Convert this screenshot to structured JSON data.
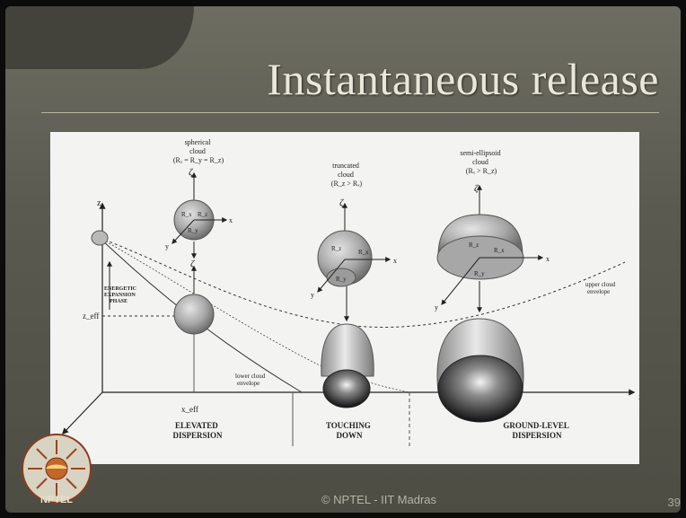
{
  "slide": {
    "title": "Instantaneous release",
    "footer": "© NPTEL - IIT Madras",
    "page_number": "39",
    "logo_text": "NPTEL"
  },
  "diagram": {
    "axes": {
      "z": "z",
      "x": "x",
      "y": "y",
      "z_eff": "z_eff",
      "x_eff": "x_eff"
    },
    "spherical_cloud": {
      "label": [
        "spherical",
        "cloud",
        "(Rₓ = R_y = R_z)"
      ],
      "axis_zeta": "ζ",
      "axis_x": "x",
      "axis_y": "y",
      "radius_labels": [
        "R_x",
        "R_z",
        "R_y"
      ]
    },
    "truncated_cloud": {
      "label": [
        "truncated",
        "cloud",
        "(R_z > Rₓ)"
      ],
      "axis_zeta": "ζ",
      "axis_x": "x",
      "axis_y": "y",
      "radius_labels": [
        "R_z",
        "R_x",
        "R_y"
      ]
    },
    "semi_ellipsoid_cloud": {
      "label": [
        "semi-ellipsoid",
        "cloud",
        "(Rₓ > R_z)"
      ],
      "axis_zeta": "ζ",
      "axis_x": "x",
      "axis_y": "y",
      "radius_labels": [
        "R_z",
        "R_x",
        "R_y"
      ]
    },
    "lower_sphere_zeta": "ζ",
    "energetic_phase": [
      "ENERGETIC",
      "EXPANSION",
      "PHASE"
    ],
    "upper_envelope": [
      "upper cloud",
      "envelope"
    ],
    "lower_envelope": [
      "lower cloud",
      "envelope"
    ],
    "phases": [
      {
        "line1": "ELEVATED",
        "line2": "DISPERSION"
      },
      {
        "line1": "TOUCHING",
        "line2": "DOWN"
      },
      {
        "line1": "GROUND-LEVEL",
        "line2": "DISPERSION"
      }
    ]
  }
}
